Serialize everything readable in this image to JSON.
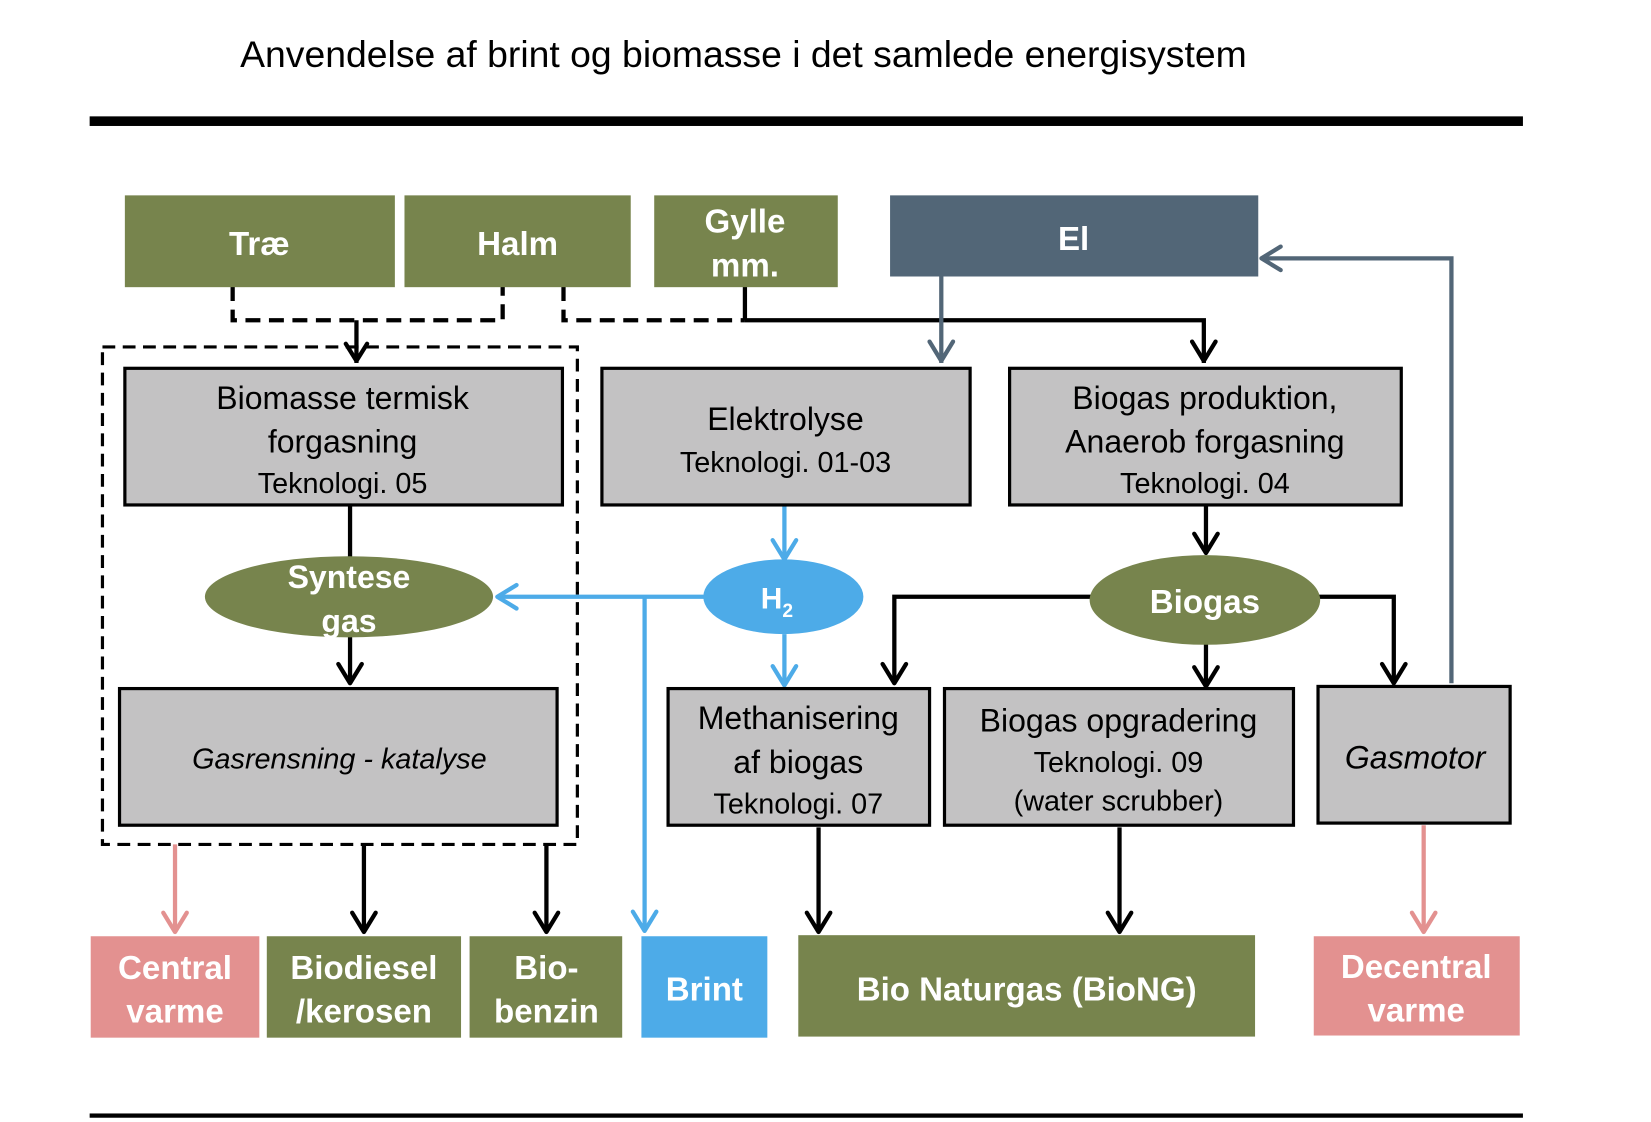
{
  "title": "Anvendelse af brint og biomasse i det samlede energisystem",
  "colors": {
    "feedstock_green": "#77844d",
    "electricity_slate": "#526677",
    "process_gray": "#c3c2c3",
    "heat_pink": "#e39190",
    "hydrogen_blue": "#4dabe8"
  },
  "inputs": {
    "trae": "Træ",
    "halm": "Halm",
    "gylle": [
      "Gylle",
      "mm."
    ],
    "el": "El"
  },
  "processes": {
    "termisk": [
      "Biomasse termisk",
      "forgasning",
      "Teknologi. 05"
    ],
    "elektrolyse": [
      "Elektrolyse",
      "Teknologi. 01-03"
    ],
    "biogas_prod": [
      "Biogas produktion,",
      "Anaerob forgasning",
      "Teknologi. 04"
    ],
    "gasrensning": "Gasrensning - katalyse",
    "methanisering": [
      "Methanisering",
      "af biogas",
      "Teknologi. 07"
    ],
    "opgradering": [
      "Biogas opgradering",
      "Teknologi. 09",
      "(water scrubber)"
    ],
    "gasmotor": "Gasmotor"
  },
  "intermediates": {
    "syntesegas": [
      "Syntese",
      "gas"
    ],
    "h2": "H",
    "h2_sub": "2",
    "biogas": "Biogas"
  },
  "outputs": {
    "central_varme": [
      "Central",
      "varme"
    ],
    "biodiesel": [
      "Biodiesel",
      "/kerosen"
    ],
    "biobenzin": [
      "Bio-",
      "benzin"
    ],
    "brint": "Brint",
    "biong": "Bio Naturgas (BioNG)",
    "decentral_varme": [
      "Decentral",
      "varme"
    ]
  }
}
